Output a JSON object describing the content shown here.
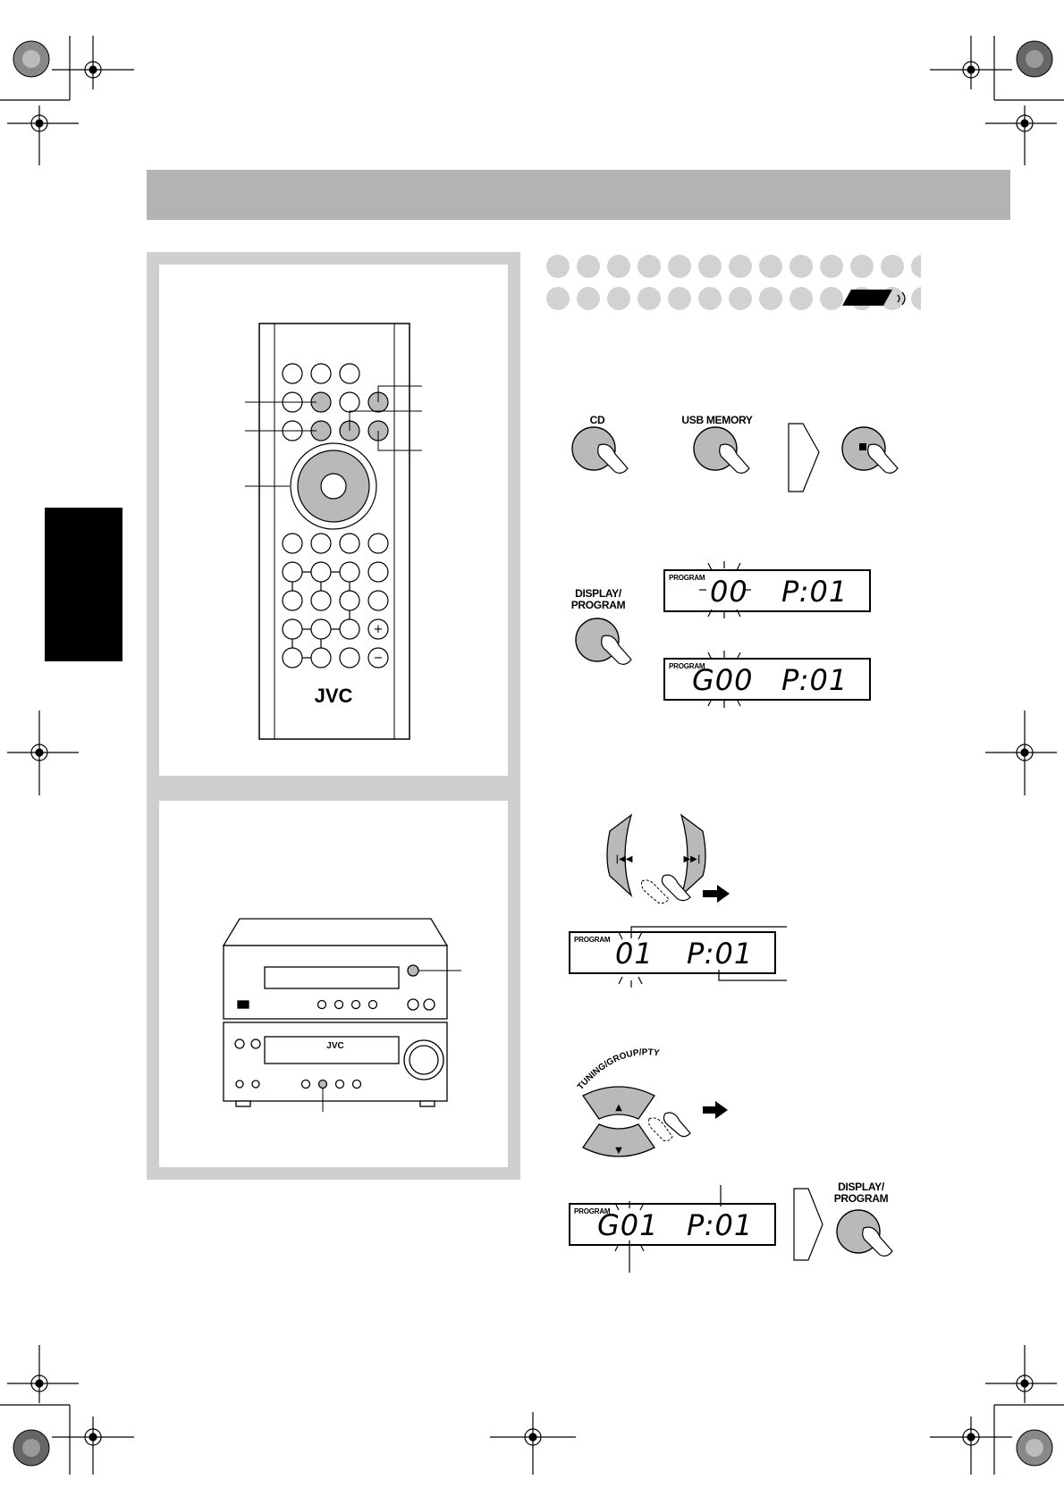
{
  "page": {
    "title_bar_text": ""
  },
  "remote": {
    "brand": "JVC",
    "plus_label": "+",
    "minus_label": "−"
  },
  "unit": {
    "brand": "JVC"
  },
  "step1": {
    "cd_label": "CD",
    "usb_label": "USB MEMORY",
    "stop_symbol": "■"
  },
  "step2": {
    "button_label_line1": "DISPLAY/",
    "button_label_line2": "PROGRAM",
    "display1": {
      "tag": "PROGRAM",
      "left": "00",
      "right": "P:01"
    },
    "display2": {
      "tag": "PROGRAM",
      "left": "G00",
      "right": "P:01"
    }
  },
  "step3": {
    "prev_symbol": "|◀◀",
    "next_symbol": "▶▶|",
    "display": {
      "tag": "PROGRAM",
      "left": "01",
      "right": "P:01"
    }
  },
  "step4": {
    "tuning_label": "TUNING/GROUP/PTY",
    "up_symbol": "▲",
    "down_symbol": "▼",
    "display": {
      "tag": "PROGRAM",
      "left": "G01",
      "right": "P:01"
    },
    "button_label_line1": "DISPLAY/",
    "button_label_line2": "PROGRAM"
  },
  "colors": {
    "title_bar": "#b3b3b3",
    "panel": "#cfcfcf",
    "button_gray": "#b9b9b9",
    "dot_gray": "#d2d2d2"
  }
}
